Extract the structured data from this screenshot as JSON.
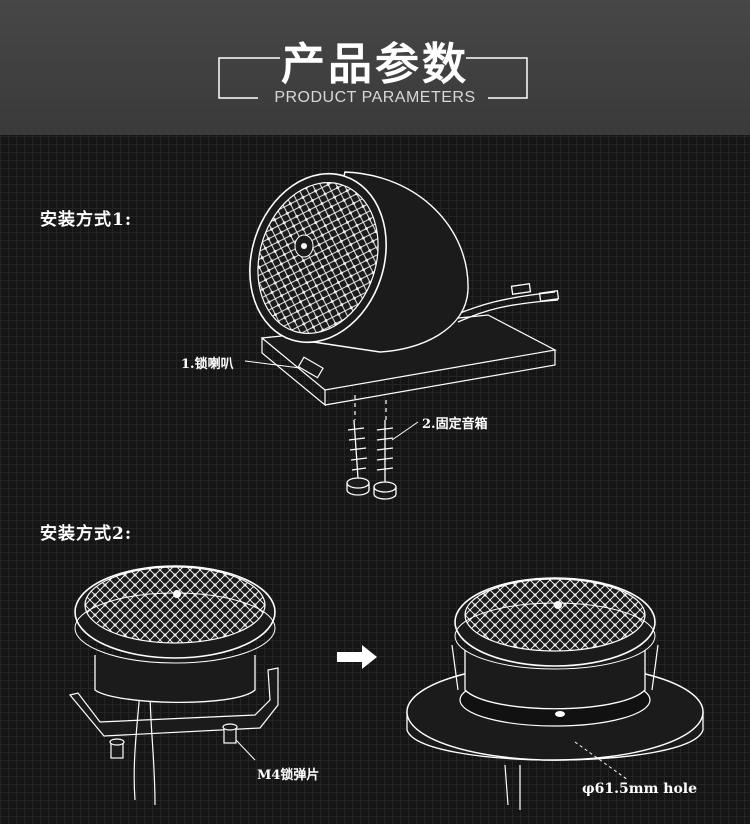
{
  "header": {
    "title": "产品参数",
    "subtitle": "PRODUCT PARAMETERS"
  },
  "method1": {
    "label": "安装方式1:",
    "callout_lock": "1.锁喇叭",
    "callout_fix": "2.固定音箱"
  },
  "method2": {
    "label": "安装方式2:",
    "callout_clip": "M4锁弹片",
    "callout_hole": "φ61.5mm hole"
  },
  "colors": {
    "background": "#151515",
    "header_band": "#404040",
    "line_art": "#ffffff"
  }
}
